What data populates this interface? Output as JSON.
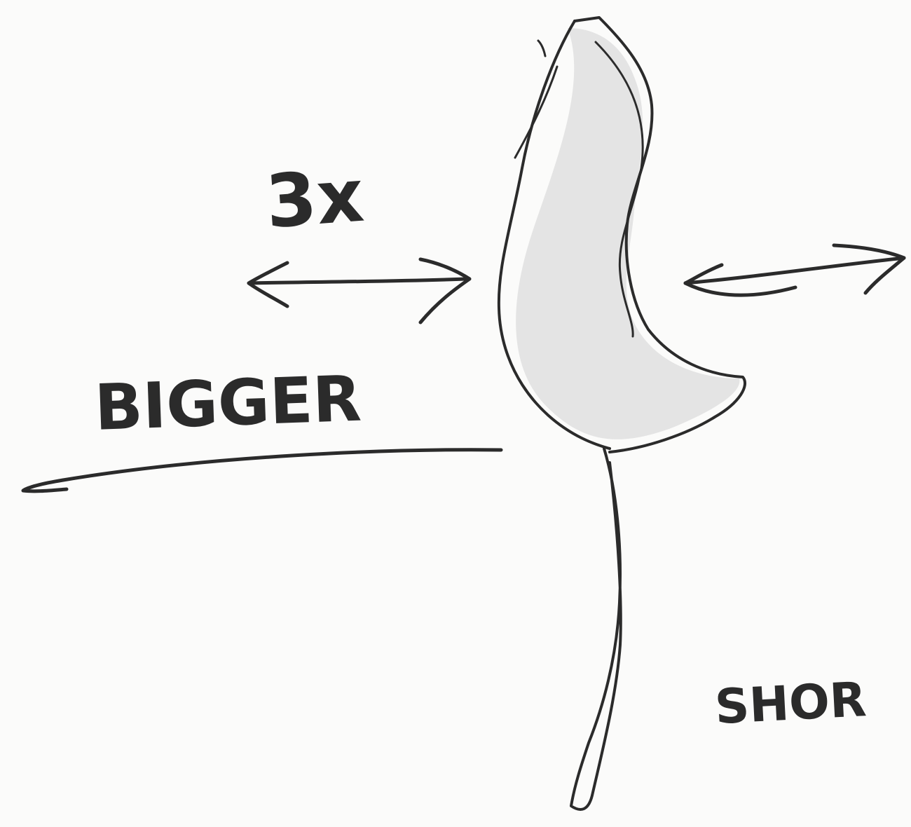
{
  "sketch": {
    "labels": {
      "scale_note": "3x",
      "size_note": "BIGGER",
      "length_note": "SHOR"
    },
    "colors": {
      "paper": "#fbfbfa",
      "ink": "#2b2b2b",
      "shading": "#d6d6d6"
    }
  }
}
